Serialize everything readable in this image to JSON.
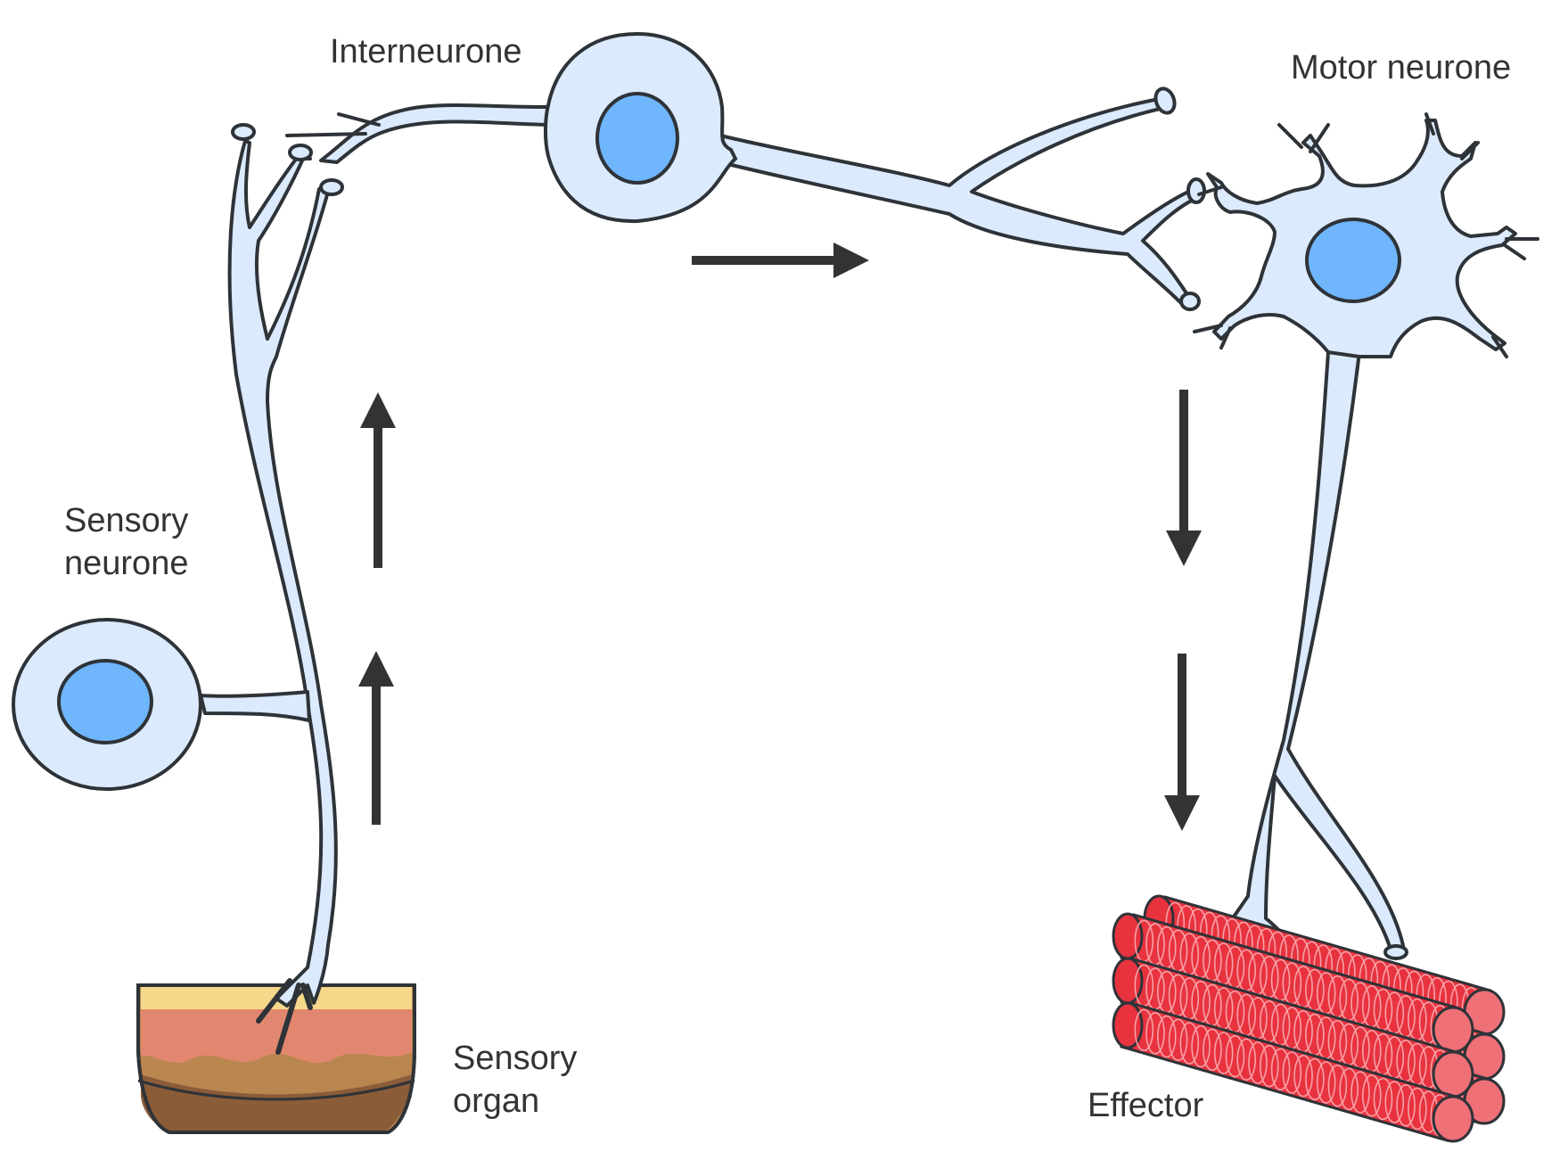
{
  "labels": {
    "interneurone": "Interneurone",
    "motor_neurone": "Motor neurone",
    "sensory_neurone": [
      "Sensory",
      "neurone"
    ],
    "sensory_organ": [
      "Sensory",
      "organ"
    ],
    "effector": "Effector"
  },
  "colors": {
    "cell_fill": "#dbeafc",
    "nucleus_fill": "#6fb6fc",
    "outline": "#2e3338",
    "arrow": "#333333",
    "muscle_fill": "#e8333f",
    "muscle_end": "#f07078",
    "skin_top": "#f7d88a",
    "skin_mid": "#e2876f",
    "skin_low": "#b98650",
    "skin_base": "#8a5c38"
  }
}
